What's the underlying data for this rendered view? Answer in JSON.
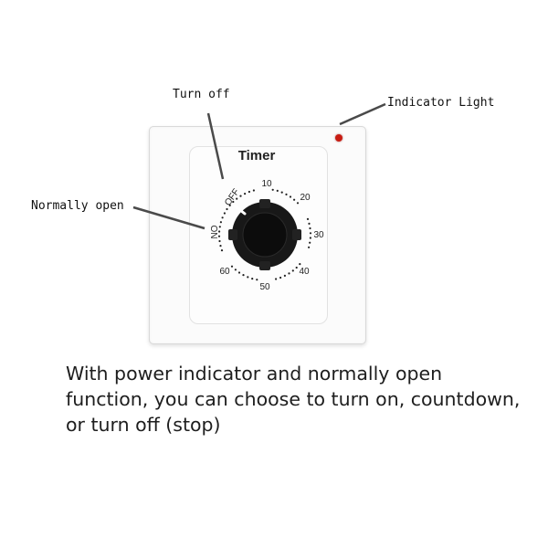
{
  "callouts": {
    "turn_off": "Turn off",
    "indicator_light": "Indicator Light",
    "normally_open": "Normally open"
  },
  "device": {
    "title": "Timer",
    "dial_labels": {
      "off": "OFF",
      "on": "ON",
      "m10": "10",
      "m20": "20",
      "m30": "30",
      "m40": "40",
      "m50": "50",
      "m60": "60"
    },
    "indicator_color": "#c81c12",
    "knob_color": "#111111"
  },
  "caption": "With power indicator and normally open function, you can choose to turn on, countdown, or turn off (stop)"
}
